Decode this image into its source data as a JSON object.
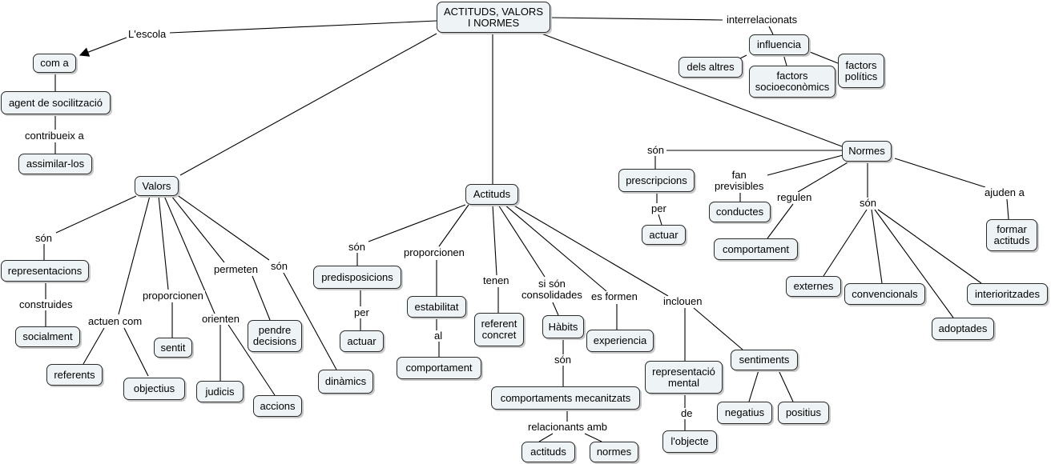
{
  "nodes": {
    "main": "ACTITUDS, VALORS\nI NORMES",
    "com_a": "com a",
    "agent": "agent de socilització",
    "assimilar": "assimilar-los",
    "valors": "Valors",
    "representacions": "representacions",
    "socialment": "socialment",
    "referents": "referents",
    "objectius": "objectius",
    "sentit": "sentit",
    "judicis": "judicis",
    "accions": "accions",
    "pendre": "pendre\ndecisions",
    "dinamics": "dinàmics",
    "actituds": "Actituds",
    "predisposicions": "predisposicions",
    "actuar1": "actuar",
    "estabilitat": "estabilitat",
    "comportament1": "comportament",
    "referent_concret": "referent\nconcret",
    "habits": "Hàbits",
    "comp_mec": "comportaments mecanitzats",
    "actituds2": "actituds",
    "normes_small": "normes",
    "experiencia": "experiencia",
    "repr_mental": "representació\nmental",
    "objecte": "l'objecte",
    "sentiments": "sentiments",
    "negatius": "negatius",
    "positius": "positius",
    "normes": "Normes",
    "prescripcions": "prescripcions",
    "actuar2": "actuar",
    "conductes": "conductes",
    "comportament2": "comportament",
    "externes": "externes",
    "convencionals": "convencionals",
    "adoptades": "adoptades",
    "interioritzades": "interioritzades",
    "formar": "formar\nactituds",
    "influencia": "influencia",
    "dels_altres": "dels altres",
    "factors_soc": "factors\nsocioeconòmics",
    "factors_pol": "factors\npolítics"
  },
  "labels": {
    "lescola": "L'escola",
    "contribueix": "contribueix a",
    "interrelacionats": "interrelacionats",
    "v_son1": "són",
    "construides": "construides",
    "actuen_com": "actuen com",
    "v_proporcionen": "proporcionen",
    "orienten": "orienten",
    "permeten": "permeten",
    "v_son2": "són",
    "a_son": "són",
    "a_per": "per",
    "a_proporcionen": "proporcionen",
    "al": "al",
    "tenen": "tenen",
    "si_son": "si són\nconsolidades",
    "h_son": "són",
    "relacionants": "relacionants amb",
    "es_formen": "es formen",
    "inclouen": "inclouen",
    "de": "de",
    "n_son1": "són",
    "n_per": "per",
    "fan_previsibles": "fan\nprevisibles",
    "regulen": "regulen",
    "n_son2": "són",
    "ajuden": "ajuden a"
  },
  "colors": {
    "node_fill": "#eef3f5",
    "node_border": "#2b2b2b",
    "line": "#000000"
  }
}
